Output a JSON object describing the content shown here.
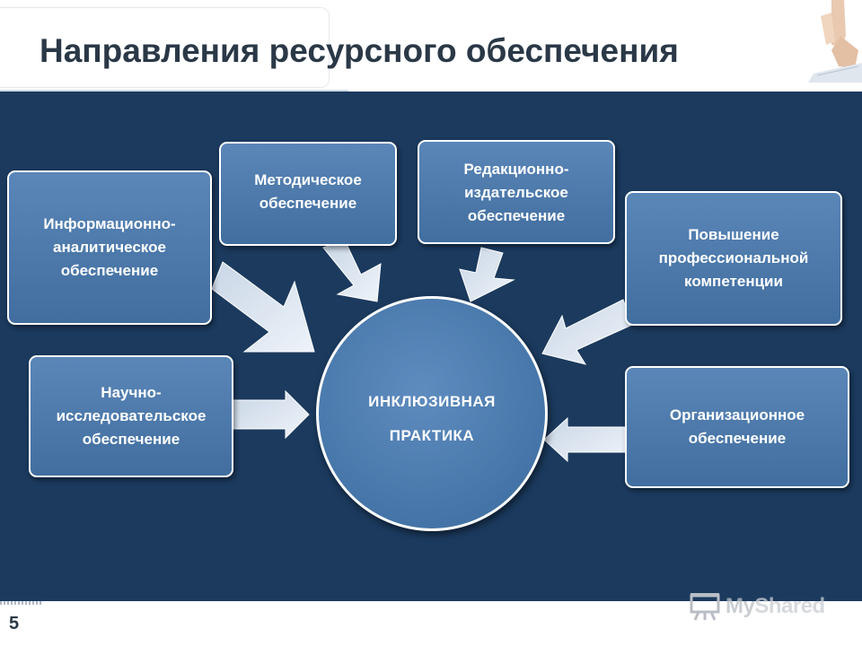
{
  "slide": {
    "title": "Направления ресурсного обеспечения",
    "page_number": "5"
  },
  "diagram": {
    "center": {
      "line1": "ИНКЛЮЗИВНАЯ",
      "line2": "ПРАКТИКА"
    },
    "nodes": [
      {
        "id": "info",
        "label": "Информационно-\nаналитическое\nобеспечение"
      },
      {
        "id": "method",
        "label": "Методическое\nобеспечение"
      },
      {
        "id": "editorial",
        "label": "Редакционно-\nиздательское\nобеспечение"
      },
      {
        "id": "prof",
        "label": "Повышение\nпрофессиональной\nкомпетенции"
      },
      {
        "id": "research",
        "label": "Научно-\nисследовательское\nобеспечение"
      },
      {
        "id": "org",
        "label": "Организационное\nобеспечение"
      }
    ],
    "colors": {
      "panel": "#1b3a5e",
      "box": "#4d7aae",
      "arrow": "#dfe7f2"
    }
  },
  "watermark": {
    "part1": "My",
    "part2": "Shared",
    "icon": "presentation-icon"
  },
  "decoration": {
    "icon": "hand-icon"
  }
}
